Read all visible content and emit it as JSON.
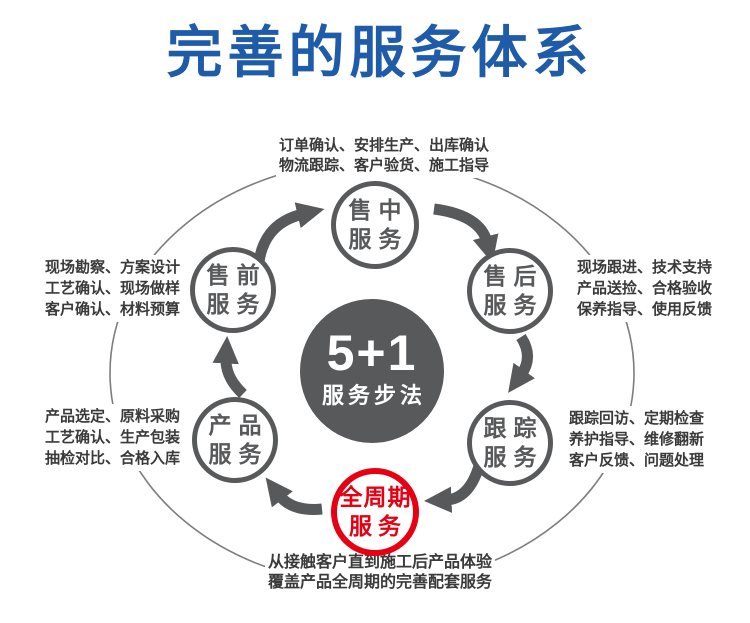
{
  "title": "完善的服务体系",
  "colors": {
    "title_blue": "#1e5ba8",
    "dark_gray": "#58595b",
    "highlight_red": "#e60012",
    "ring_gray": "#7d7d7d",
    "note_text": "#3a3a3a"
  },
  "center_node": {
    "line1": "5+1",
    "line2": "服务步法"
  },
  "nodes": {
    "mid_sale": {
      "line1": "售中",
      "line2": "服务"
    },
    "pre_sale": {
      "line1": "售前",
      "line2": "服务"
    },
    "after_sale": {
      "line1": "售后",
      "line2": "服务"
    },
    "product": {
      "line1": "产品",
      "line2": "服务"
    },
    "tracking": {
      "line1": "跟踪",
      "line2": "服务"
    },
    "full_cycle": {
      "line1": "全周期",
      "line2": "服务"
    }
  },
  "annotations": {
    "top": {
      "line1": "订单确认、安排生产、出库确认",
      "line2": "物流跟踪、客户验货、施工指导"
    },
    "upper_left": {
      "line1": "现场勘察、方案设计",
      "line2": "工艺确认、现场做样",
      "line3": "客户确认、材料预算"
    },
    "upper_right": {
      "line1": "现场跟进、技术支持",
      "line2": "产品送捡、合格验收",
      "line3": "保养指导、使用反馈"
    },
    "lower_left": {
      "line1": "产品选定、原料采购",
      "line2": "工艺确认、生产包装",
      "line3": "抽检对比、合格入库"
    },
    "lower_right": {
      "line1": "跟踪回访、定期检查",
      "line2": "养护指导、维修翻新",
      "line3": "客户反馈、问题处理"
    },
    "bottom": {
      "line1": "从接触客户直到施工后产品体验",
      "line2": "覆盖产品全周期的完善配套服务"
    }
  }
}
